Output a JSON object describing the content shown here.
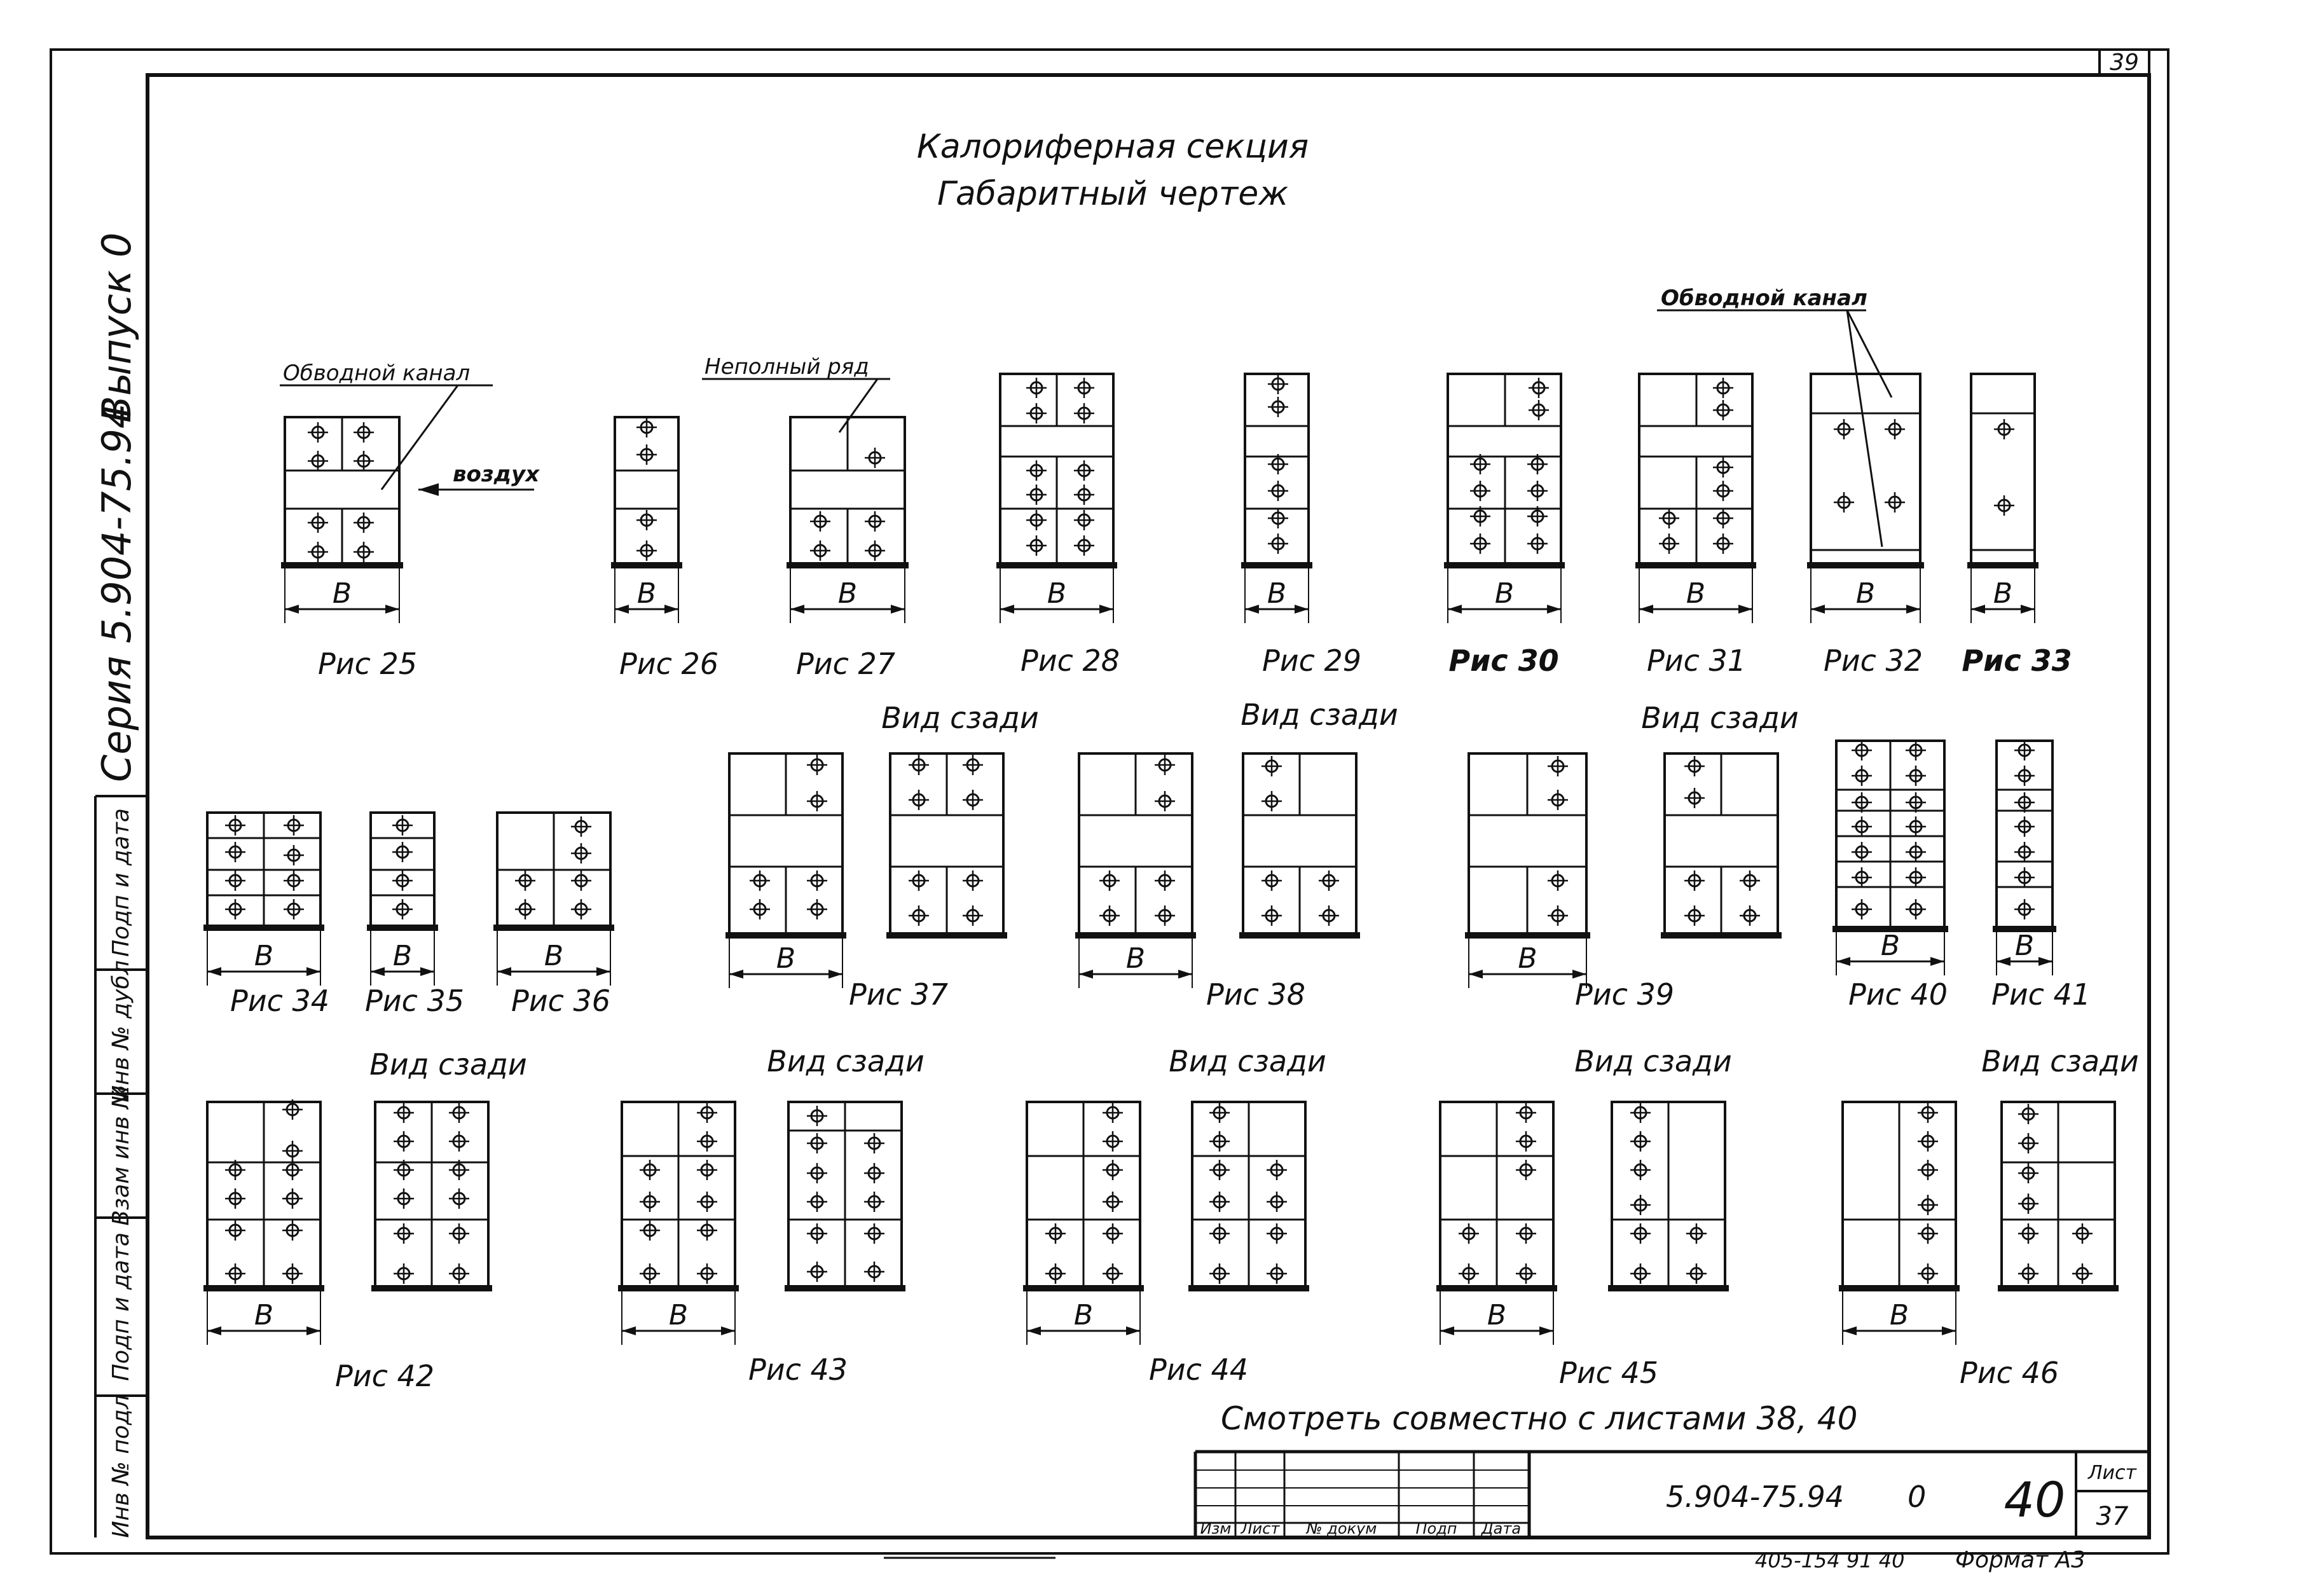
{
  "sheet_number_corner": "39",
  "title": {
    "line1": "Калориферная секция",
    "line2": "Габаритный чертеж"
  },
  "left_strip": {
    "series": "Серия 5.904-75.94",
    "issue": "Выпуск 0",
    "cells": [
      "Подп и дата",
      "Инв № дубл",
      "Взам инв №",
      "Подп и дата",
      "Инв № подл"
    ]
  },
  "labels": {
    "bypass_channel_1": "Обводной канал",
    "air": "воздух",
    "partial_row": "Неполный ряд",
    "bypass_channel_2": "Обводной канал",
    "dim_b": "В"
  },
  "figures": [
    "Рис 25",
    "Рис 26",
    "Рис 27",
    "Рис 28",
    "Рис 29",
    "Рис 30",
    "Рис 31",
    "Рис 32",
    "Рис 33",
    "Рис 34",
    "Рис 35",
    "Рис 36",
    "Рис 37",
    "Рис 38",
    "Рис 39",
    "Рис 40",
    "Рис 41",
    "Рис 42",
    "Рис 43",
    "Рис 44",
    "Рис 45",
    "Рис 46"
  ],
  "rear_view_label": "Вид сзади",
  "note": "Смотреть совместно с листами 38, 40",
  "title_block": {
    "headers": [
      "Изм",
      "Лист",
      "№ докум",
      "Подп",
      "Дата"
    ],
    "designation": "5.904-75.94",
    "issue": "0",
    "big_number": "40",
    "sheet_label": "Лист",
    "sheet_value": "37"
  },
  "footer": {
    "stamp": "405-154 91 40",
    "format": "Формат А3"
  }
}
